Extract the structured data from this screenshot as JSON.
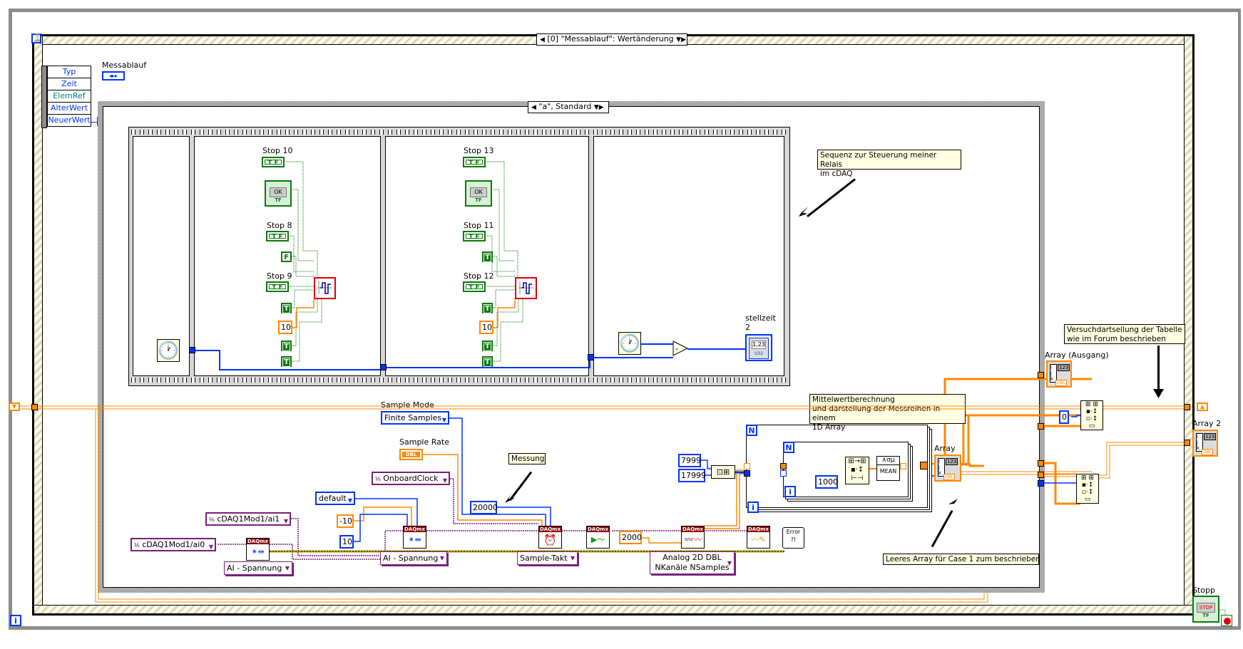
{
  "event_structure": {
    "selector_label": "[0] \"Messablauf\": Wertänderung",
    "event_data_items": [
      "Typ",
      "Zeit",
      "ElemRef",
      "AlterWert",
      "NeuerWert"
    ],
    "control_label": "Messablauf"
  },
  "case_structure": {
    "selector_label": "\"a\", Standard"
  },
  "sequence": {
    "frame1": {
      "controls": [
        {
          "label": "Stop 10",
          "kind": "bool-control"
        },
        {
          "label": "OK",
          "kind": "ok-button"
        },
        {
          "label": "Stop 8",
          "kind": "bool-control"
        },
        {
          "label": "F",
          "kind": "bool-constant"
        },
        {
          "label": "Stop 9",
          "kind": "bool-control"
        },
        {
          "label": "T",
          "kind": "bool-constant"
        },
        {
          "label": "10",
          "kind": "numeric-constant"
        },
        {
          "label": "T",
          "kind": "bool-constant"
        },
        {
          "label": "T",
          "kind": "bool-constant"
        }
      ]
    },
    "frame2": {
      "controls": [
        {
          "label": "Stop 13",
          "kind": "bool-control"
        },
        {
          "label": "OK",
          "kind": "ok-button"
        },
        {
          "label": "Stop 11",
          "kind": "bool-control"
        },
        {
          "label": "T",
          "kind": "bool-constant"
        },
        {
          "label": "Stop 12",
          "kind": "bool-control"
        },
        {
          "label": "T",
          "kind": "bool-constant"
        },
        {
          "label": "10",
          "kind": "numeric-constant"
        },
        {
          "label": "T",
          "kind": "bool-constant"
        },
        {
          "label": "T",
          "kind": "bool-constant"
        }
      ]
    },
    "frame3": {
      "indicator_label": "stellzeit 2",
      "indicator_value": "1.23",
      "indicator_type": "U32"
    }
  },
  "comments": {
    "relais": "Sequenz zur Steuerung meiner Relais\nim cDAQ",
    "messung": "Messung",
    "mittelwert": "Mittelwertberechnung\nund darstellung der Messreihen in einem\n1D Array",
    "leeres_array": "Leeres  Array für Case 1 zum beschrieben",
    "versuch": "Versuchdartsellung der Tabelle\nwie im Forum beschrieben"
  },
  "daq": {
    "sample_mode_label": "Sample Mode",
    "sample_mode_value": "Finite Samples",
    "sample_rate_label": "Sample Rate",
    "sample_rate_type": "DBL",
    "clock_source": "OnboardClock",
    "terminal_config": "default",
    "min_value": "-10",
    "max_value": "10",
    "channel_ai1": "cDAQ1Mod1/ai1",
    "channel_ai0": "cDAQ1Mod1/ai0",
    "samples_per_channel": "20000",
    "read_timeout": "2000",
    "create_channel_1_mode": "AI - Spannung",
    "create_channel_2_mode": "AI - Spannung",
    "timing_mode": "Sample-Takt",
    "read_mode_line1": "Analog 2D DBL",
    "read_mode_line2": "NKanäle NSamples",
    "daqmx_tag": "DAQmx",
    "error_label": "Error ?!"
  },
  "processing": {
    "index_const_1": "7999",
    "index_const_2": "17999",
    "subset_length": "1000",
    "mean_label": "MEAN",
    "for_loop_count": "N",
    "for_loop_index": "i",
    "array_label": "Array",
    "array_out_label": "Array (Ausgang)",
    "array2_label": "Array 2",
    "index_zero": "0",
    "array_type": "DBL",
    "array_value": "123"
  },
  "stop": {
    "label": "Stopp",
    "button_text": "STOP",
    "type": "TF"
  }
}
